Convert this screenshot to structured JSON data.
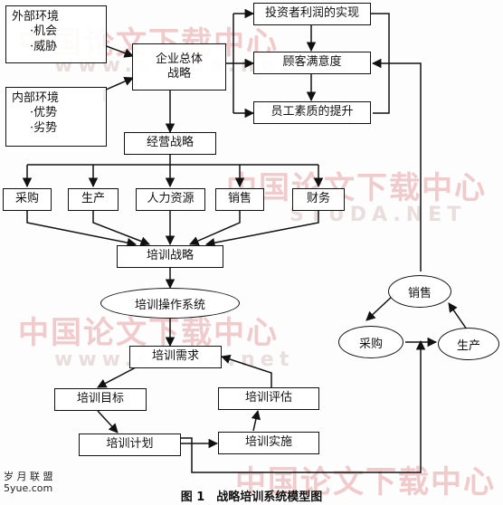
{
  "watermark": {
    "cn": "中国论文下载中心",
    "url1": "www.studa.net",
    "url2": "STUDA.NET"
  },
  "nodes": {
    "external_env": {
      "title": "外部环境",
      "items": [
        "·机会",
        "·威胁"
      ]
    },
    "internal_env": {
      "title": "内部环境",
      "items": [
        "·优势",
        "·劣势"
      ]
    },
    "corporate_strategy": {
      "lines": [
        "企业总体",
        "战略"
      ]
    },
    "investor_profit": "投资者利润的实现",
    "customer_satisfaction": "顾客满意度",
    "employee_quality": "员工素质的提升",
    "business_strategy": "经营战略",
    "purchasing": "采购",
    "production": "生产",
    "hr": "人力资源",
    "sales": "销售",
    "finance": "财务",
    "training_strategy": "培训战略",
    "training_ops_system": "培训操作系统",
    "training_needs": "培训需求",
    "training_goals": "培训目标",
    "training_evaluation": "培训评估",
    "training_plan": "培训计划",
    "training_implementation": "培训实施",
    "cycle_sales": "销售",
    "cycle_purchasing": "采购",
    "cycle_production": "生产"
  },
  "caption": "图 1　战略培训系统模型图",
  "logo": {
    "line1": "岁 月 联 盟",
    "line2": "5yue.com"
  }
}
